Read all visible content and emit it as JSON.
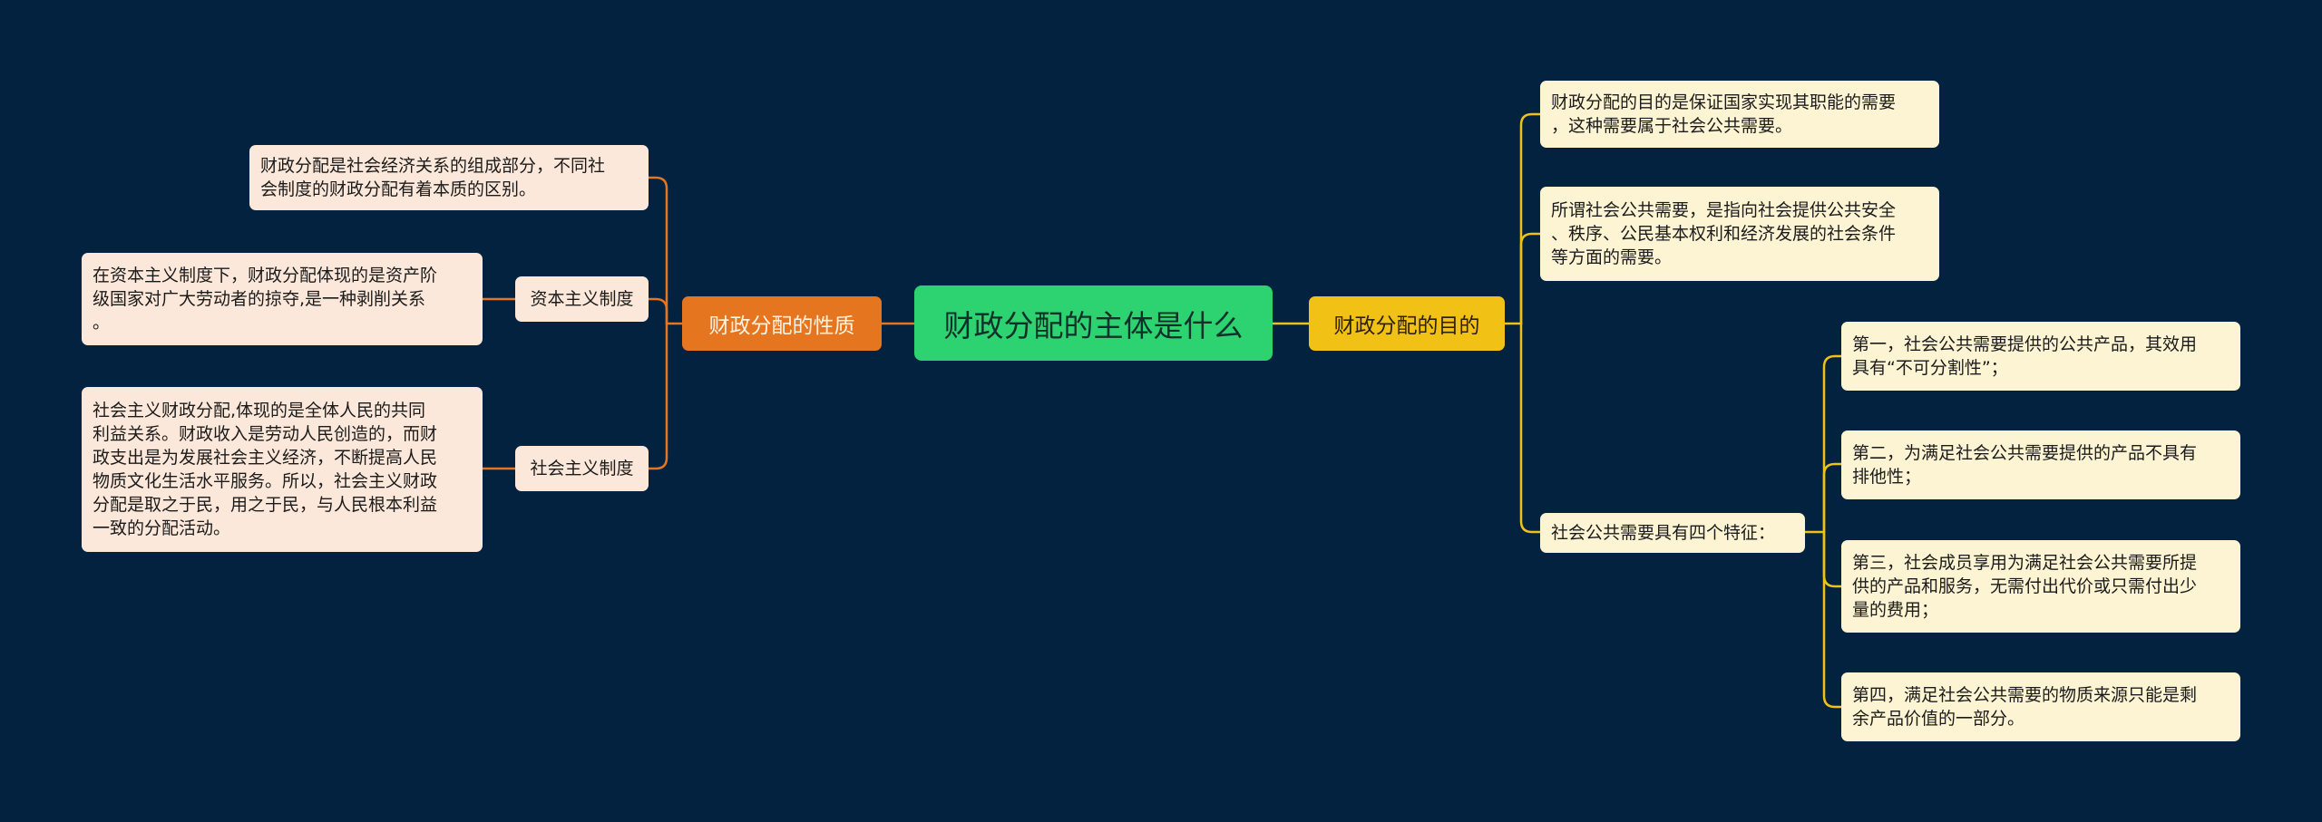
{
  "root": {
    "label": "财政分配的主体是什么"
  },
  "left_branch": {
    "label": "财政分配的性质",
    "color": "#e67520",
    "intro": "财政分配是社会经济关系的组成部分，不同社\n会制度的财政分配有着本质的区别。",
    "capitalist": {
      "label": "资本主义制度",
      "detail": "在资本主义制度下，财政分配体现的是资产阶\n级国家对广大劳动者的掠夺,是一种剥削关系\n。"
    },
    "socialist": {
      "label": "社会主义制度",
      "detail": "社会主义财政分配,体现的是全体人民的共同\n利益关系。财政收入是劳动人民创造的，而财\n政支出是为发展社会主义经济，不断提高人民\n物质文化生活水平服务。所以，社会主义财政\n分配是取之于民，用之于民，与人民根本利益\n一致的分配活动。"
    }
  },
  "right_branch": {
    "label": "财政分配的目的",
    "color": "#f2c116",
    "purpose": "财政分配的目的是保证国家实现其职能的需要\n，这种需要属于社会公共需要。",
    "definition": "所谓社会公共需要，是指向社会提供公共安全\n、秩序、公民基本权利和经济发展的社会条件\n等方面的需要。",
    "features": {
      "label": "社会公共需要具有四个特征：",
      "items": [
        "第一，社会公共需要提供的公共产品，其效用\n具有“不可分割性”；",
        "第二，为满足社会公共需要提供的产品不具有\n排他性；",
        "第三，社会成员享用为满足社会公共需要所提\n供的产品和服务，无需付出代价或只需付出少\n量的费用；",
        "第四，满足社会公共需要的物质来源只能是剩\n余产品价值的一部分。"
      ]
    }
  },
  "colors": {
    "background": "#022240",
    "root": "#2dd370",
    "leaf_left": "#fce8da",
    "leaf_right": "#fdf4d3"
  }
}
